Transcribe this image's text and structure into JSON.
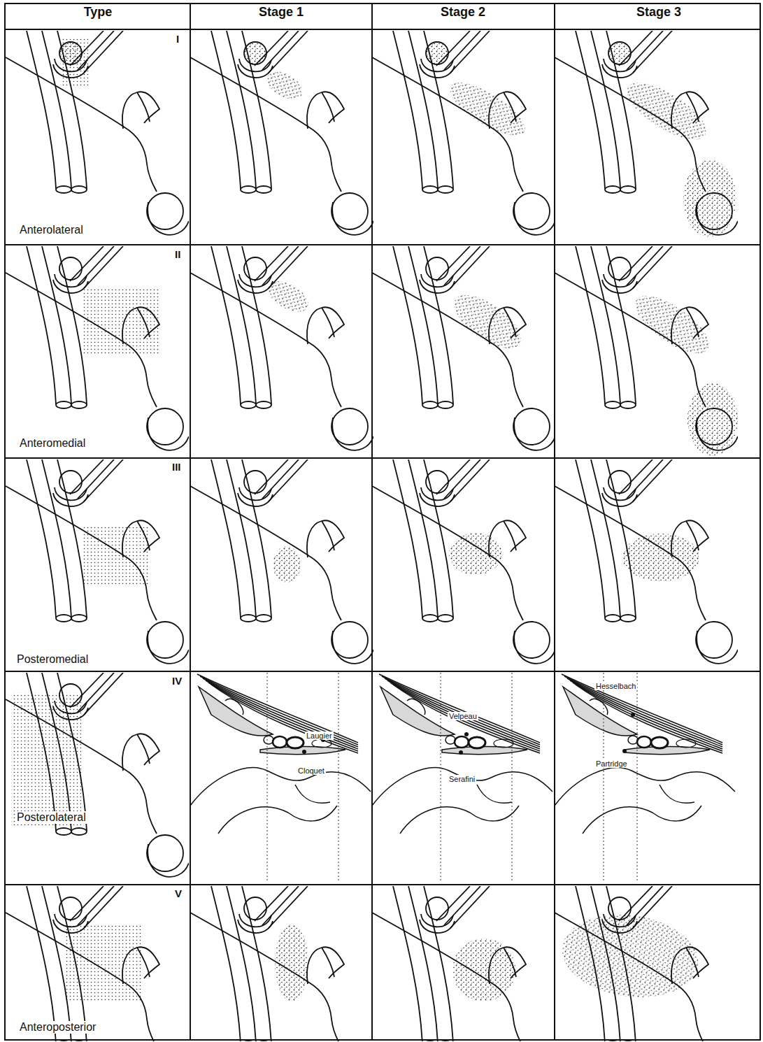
{
  "diagram": {
    "labels": [
      "Type",
      "Stage 1",
      "Stage 2",
      "Stage 3",
      "I",
      "Anterolateral",
      "II",
      "Anteromedial",
      "III",
      "Posteromedial",
      "IV",
      "Laugier",
      "Cloquet",
      "Velpeau",
      "Serafini",
      "Hesselbach",
      "Partridge",
      "Posterolateral",
      "V",
      "Anteroposterior"
    ]
  }
}
